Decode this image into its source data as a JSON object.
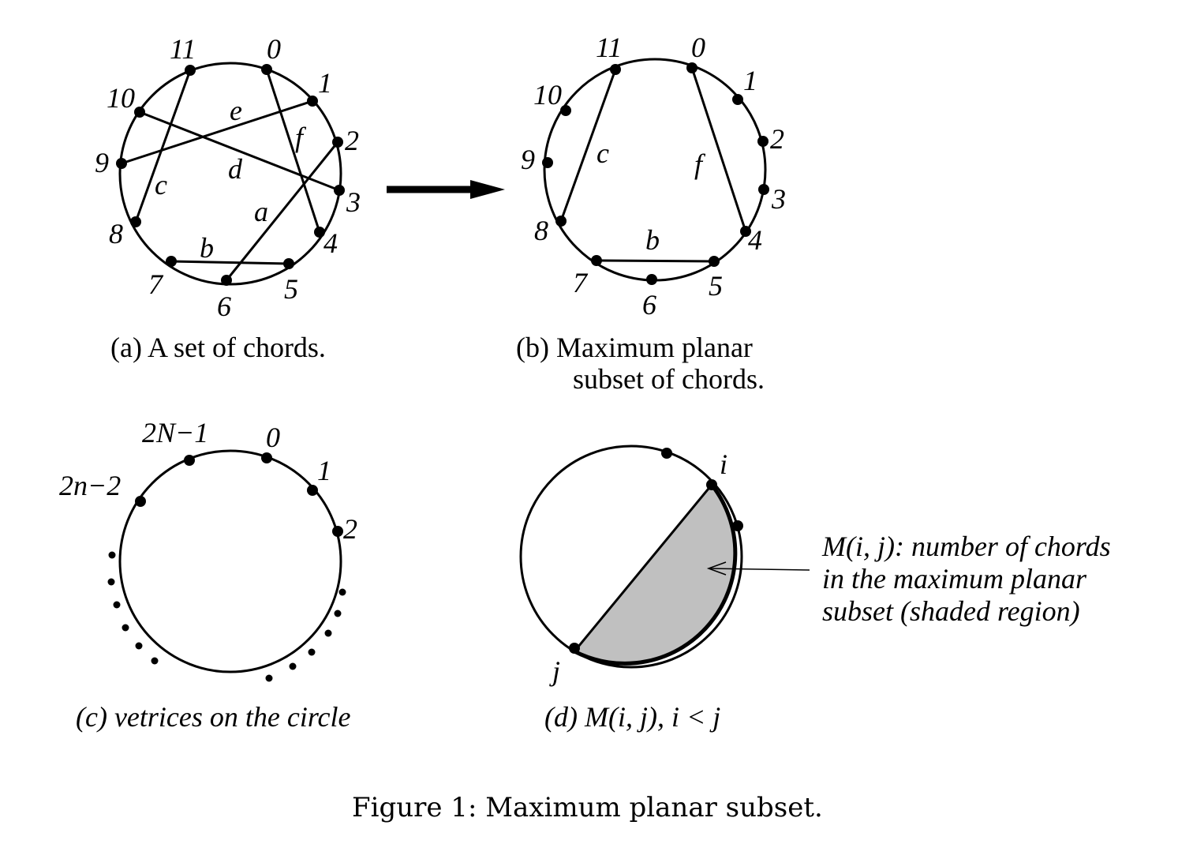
{
  "panel_a": {
    "caption": "(a) A set of chords.",
    "vertex_labels": [
      "0",
      "1",
      "2",
      "3",
      "4",
      "5",
      "6",
      "7",
      "8",
      "9",
      "10",
      "11"
    ],
    "chords": [
      {
        "label": "a",
        "from": 2,
        "to": 6
      },
      {
        "label": "b",
        "from": 5,
        "to": 7
      },
      {
        "label": "c",
        "from": 8,
        "to": 11
      },
      {
        "label": "d",
        "from": 3,
        "to": 10
      },
      {
        "label": "e",
        "from": 1,
        "to": 9
      },
      {
        "label": "f",
        "from": 0,
        "to": 4
      }
    ]
  },
  "arrow": {
    "direction": "right"
  },
  "panel_b": {
    "caption_line1": "(b) Maximum planar",
    "caption_line2": "subset of chords.",
    "vertex_labels": [
      "0",
      "1",
      "2",
      "3",
      "4",
      "5",
      "6",
      "7",
      "8",
      "9",
      "10",
      "11"
    ],
    "chords": [
      {
        "label": "b",
        "from": 5,
        "to": 7
      },
      {
        "label": "c",
        "from": 8,
        "to": 11
      },
      {
        "label": "f",
        "from": 0,
        "to": 4
      }
    ]
  },
  "panel_c": {
    "caption": "(c) vetrices on the circle",
    "labels": {
      "top_left": "2N−1",
      "zero": "0",
      "one": "1",
      "two": "2",
      "left": "2n−2"
    }
  },
  "panel_d": {
    "caption": "(d) M(i, j), i < j",
    "label_i": "i",
    "label_j": "j",
    "shade_color": "#c0c0c0",
    "annotation": [
      "M(i, j): number of chords",
      "in the maximum planar",
      "subset (shaded region)"
    ]
  },
  "figure_caption": "Figure 1:  Maximum planar subset."
}
